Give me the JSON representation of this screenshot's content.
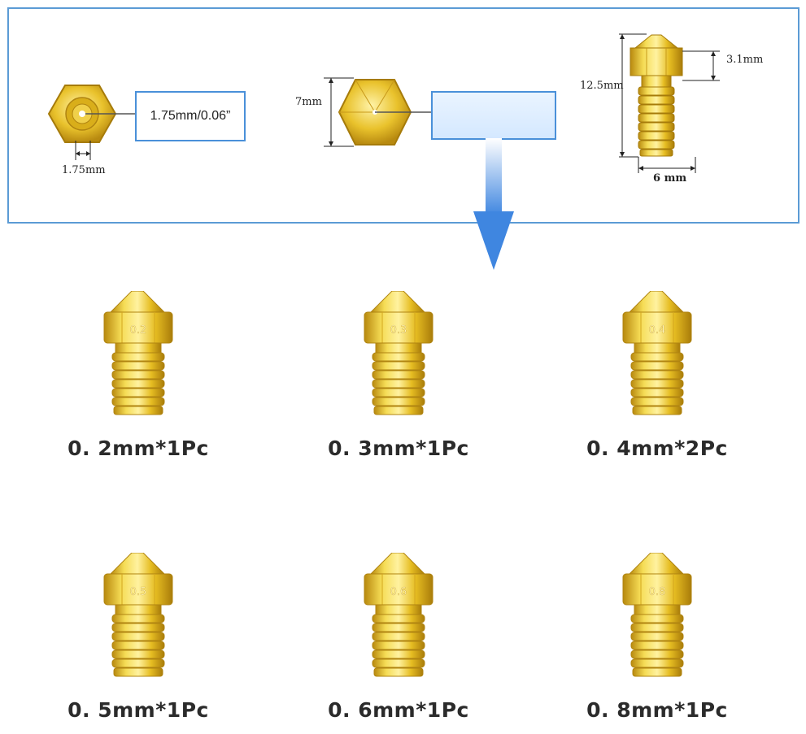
{
  "diagram": {
    "thread_diameter_label": "1.75mm",
    "callout_text": "1.75mm/0.06”",
    "hex_width_label": "7mm",
    "total_height_label": "12.5mm",
    "tip_height_label": "3.1mm",
    "thread_width_label": "6 mm"
  },
  "nozzles": [
    {
      "size_mark": "0.2",
      "caption": "0. 2mm*1Pc"
    },
    {
      "size_mark": "0.3",
      "caption": "0. 3mm*1Pc"
    },
    {
      "size_mark": "0.4",
      "caption": "0. 4mm*2Pc"
    },
    {
      "size_mark": "0.5",
      "caption": "0. 5mm*1Pc"
    },
    {
      "size_mark": "0.6",
      "caption": "0. 6mm*1Pc"
    },
    {
      "size_mark": "0.8",
      "caption": "0. 8mm*1Pc"
    }
  ],
  "colors": {
    "panel_border": "#5b9bd5",
    "brass_light": "#f7df5a",
    "brass_mid": "#e6bd22",
    "brass_dark": "#b8890e",
    "arrow": "#4a90e2"
  }
}
